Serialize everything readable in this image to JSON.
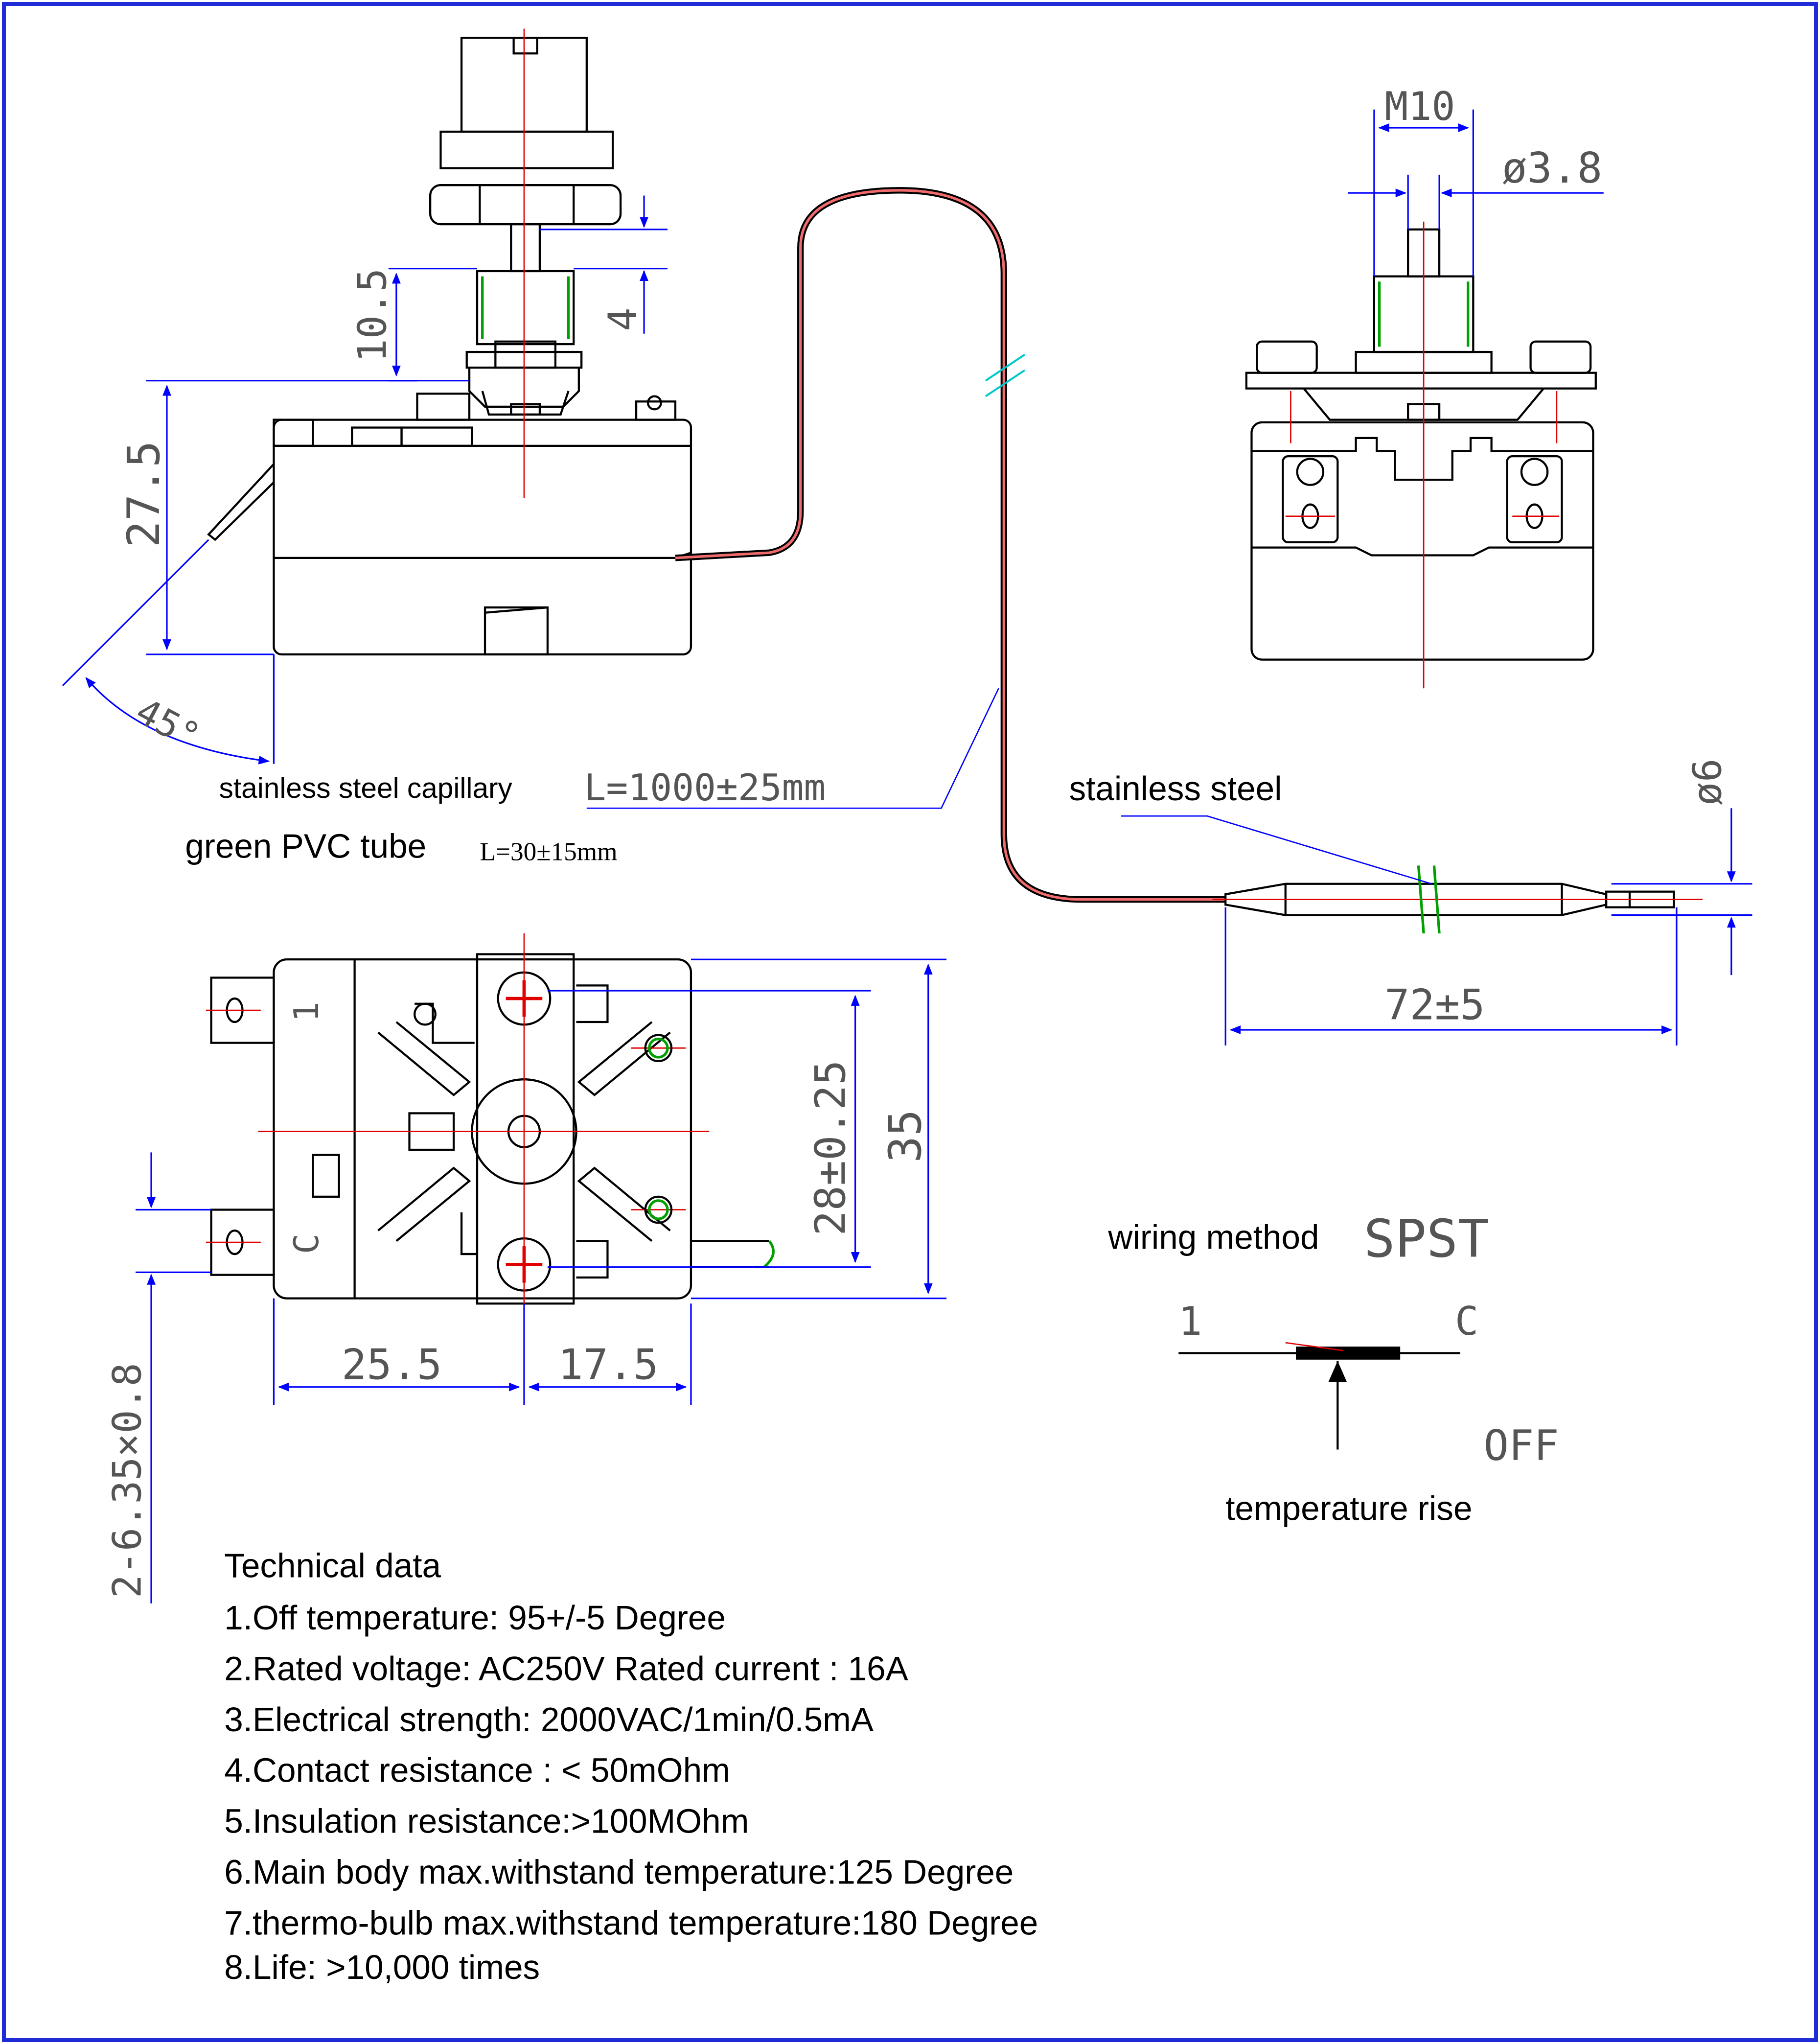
{
  "colors": {
    "frame": "#1f2bd6",
    "line": "#000000",
    "centerline": "#e00000",
    "dimension": "#0000ff",
    "dim_text": "#555555",
    "thread": "#00a000",
    "cut_mark": "#00c8c8",
    "capillary_pink": "#f06c6c"
  },
  "side_view": {
    "dim_10_5": "10.5",
    "dim_4": "4",
    "dim_27_5": "27.5",
    "angle_45": "45°"
  },
  "capillary": {
    "label": "stainless steel capillary",
    "length": "L=1000±25mm"
  },
  "pvc_tube": {
    "label": "green PVC tube",
    "length": "L=30±15mm"
  },
  "end_view": {
    "thread": "M10",
    "shaft_diameter": "ø3.8"
  },
  "bulb": {
    "label": "stainless steel",
    "diameter": "ø6",
    "length": "72±5"
  },
  "top_view": {
    "terminal_1": "1",
    "terminal_c": "C",
    "dim_28": "28±0.25",
    "dim_35": "35",
    "dim_25_5": "25.5",
    "dim_17_5": "17.5",
    "terminal_size": "2-6.35×0.8"
  },
  "wiring": {
    "label": "wiring method",
    "type": "SPST",
    "pin_1": "1",
    "pin_c": "C",
    "state": "OFF",
    "arrow_label": "temperature rise"
  },
  "technical": {
    "heading": "Technical data",
    "items": [
      "1.Off temperature: 95+/-5 Degree",
      "2.Rated voltage: AC250V  Rated current : 16A",
      "3.Electrical strength: 2000VAC/1min/0.5mA",
      "4.Contact resistance : < 50mOhm",
      "5.Insulation resistance:>100MOhm",
      "6.Main body max.withstand temperature:125 Degree",
      "7.thermo-bulb max.withstand temperature:180 Degree",
      "8.Life: >10,000 times"
    ]
  }
}
